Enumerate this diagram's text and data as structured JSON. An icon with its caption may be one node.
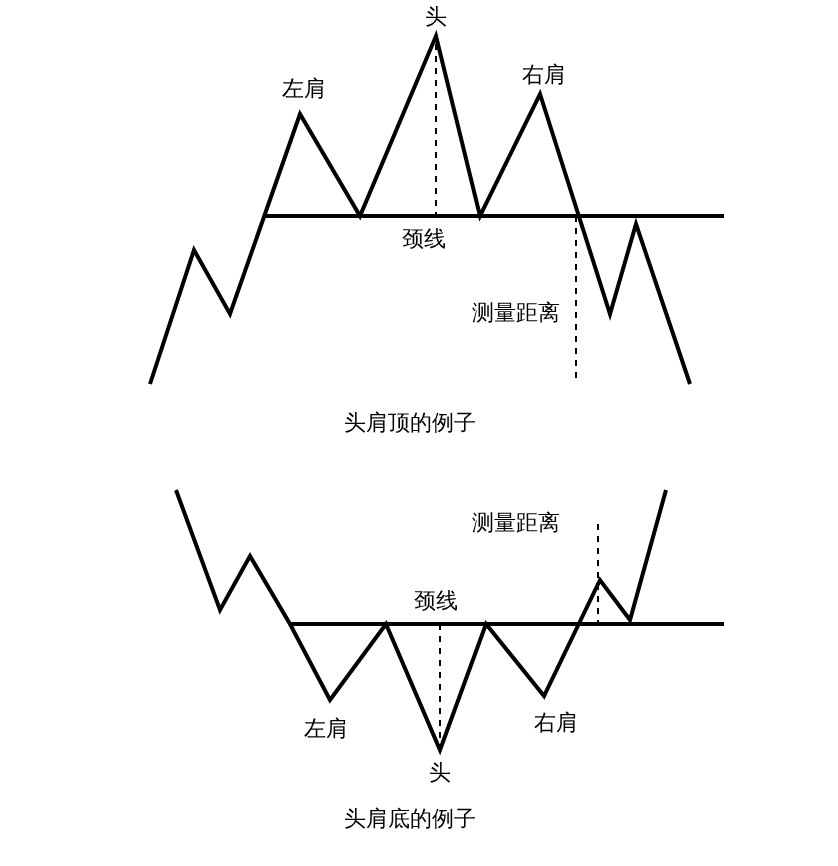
{
  "diagram": {
    "labels": [
      "头",
      "左肩",
      "右肩",
      "颈线",
      "测量距离",
      "头肩顶的例子",
      "测量距离",
      "颈线",
      "左肩",
      "右肩",
      "头",
      "头肩底的例子"
    ]
  }
}
